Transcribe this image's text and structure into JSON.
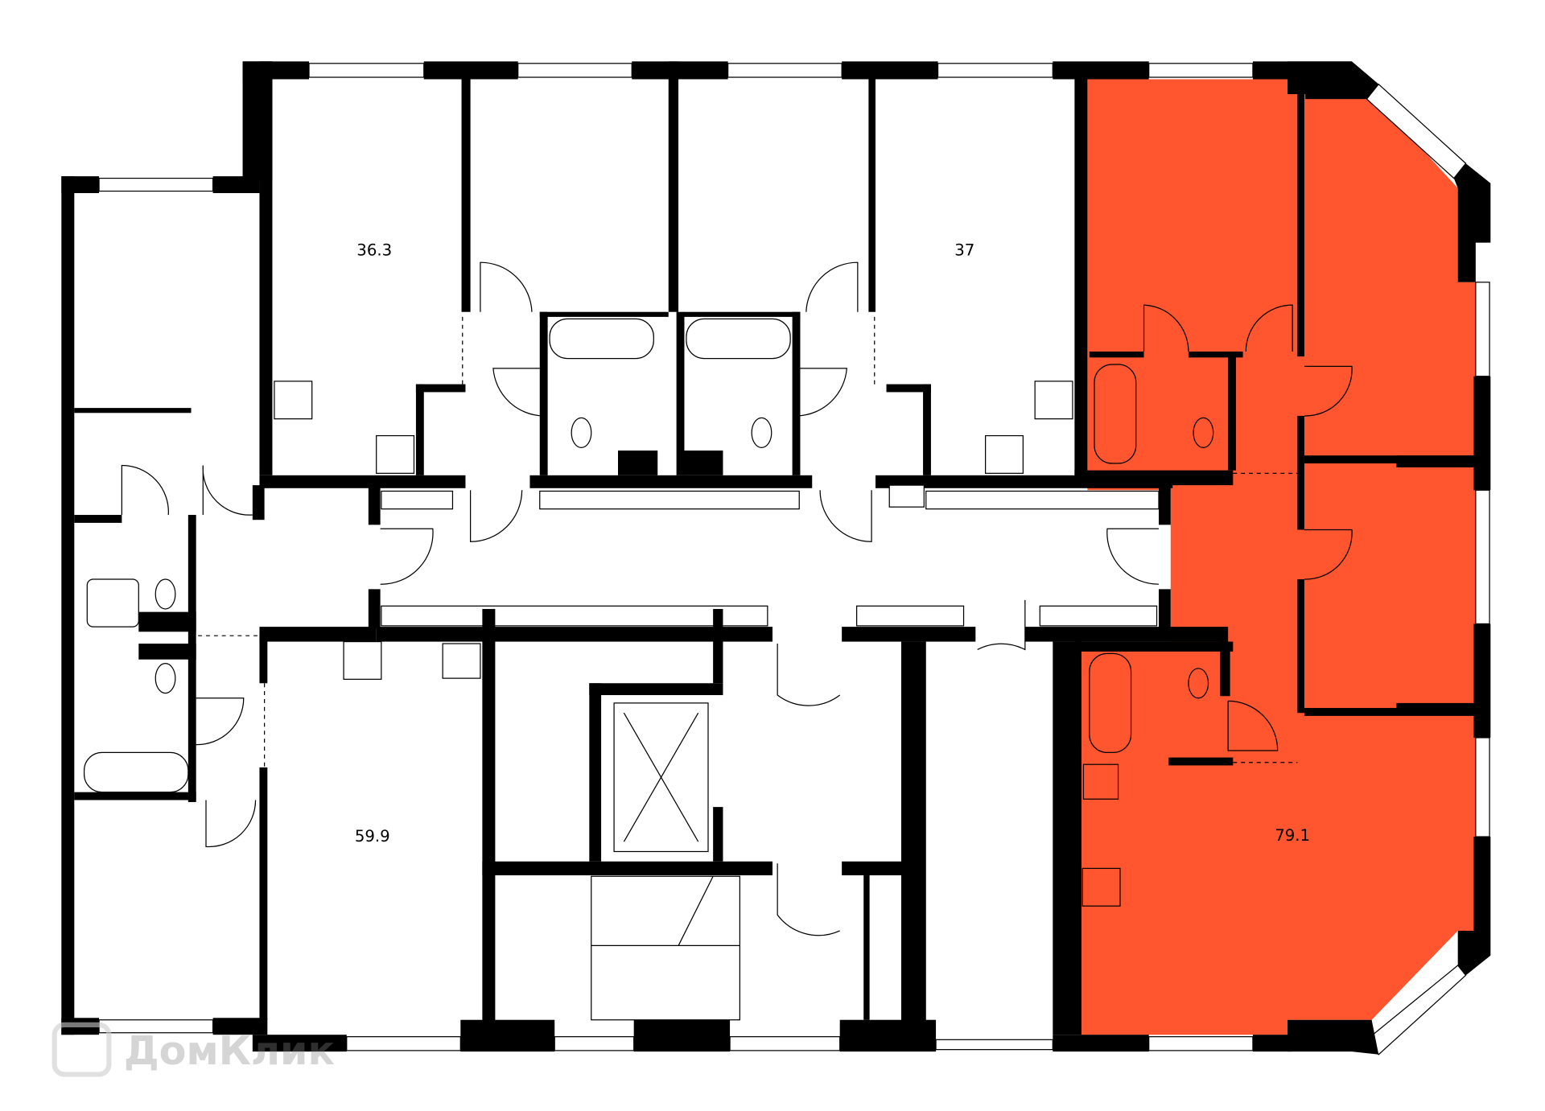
{
  "plan": {
    "highlight_color": "#FF5630",
    "wall_color": "#000000",
    "apartments": [
      {
        "area": "36.3",
        "highlighted": false
      },
      {
        "area": "37",
        "highlighted": false
      },
      {
        "area": "59.9",
        "highlighted": false
      },
      {
        "area": "79.1",
        "highlighted": true
      }
    ]
  },
  "watermark": {
    "text": "ДомКлик",
    "icon": "domclick-logo-icon"
  }
}
